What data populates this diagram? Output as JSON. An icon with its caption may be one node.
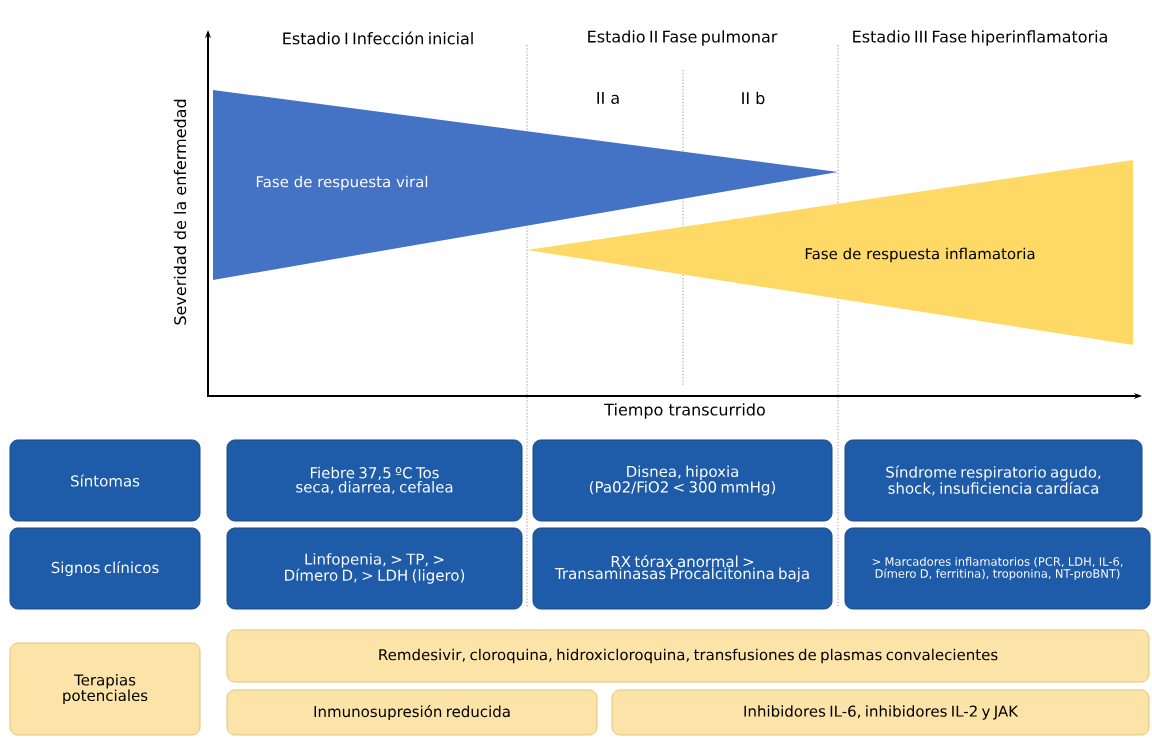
{
  "diagram": {
    "nodes": [
      {
        "text": [
          "Fase de respuesta viral"
        ]
      },
      {
        "text": [
          "Fase de respuesta inflamatoria"
        ]
      },
      {
        "text": [
          "Síntomas"
        ]
      },
      {
        "text": [
          "Fiebre 37,5 ºC Tos seca, diarrea, cefalea"
        ]
      },
      {
        "text": [
          "Disnea, hipoxia (Pa02/FiO2 < 300 mmHg)"
        ]
      },
      {
        "text": [
          "Síndrome respiratorio agudo, shock, insuficiencia cardíaca"
        ]
      },
      {
        "text": [
          "Signos clínicos"
        ]
      },
      {
        "text": [
          "Linfopenia, > TP, > Dímero D, > LDH (ligero)"
        ]
      },
      {
        "text": [
          "RX tórax anormal > Transaminasas Procalcitonina baja"
        ]
      },
      {
        "text": [
          "> Marcadores inflamatorios (PCR, LDH, IL-6, Dímero D, ferritina), troponina, NT-proBNT)"
        ]
      },
      {
        "text": [
          "Terapias potenciales"
        ]
      },
      {
        "text": [
          "Remdesivir, cloroquina, hidroxicloroquina, transfusiones de plasmas convalecientes"
        ]
      },
      {
        "text": [
          "Inmunosupresión reducida"
        ]
      },
      {
        "text": [
          "Inhibidores IL-6, inhibidores IL-2 y JAK"
        ]
      }
    ],
    "labels": [
      "Estadio I Infección inicial",
      "Estadio II Fase pulmonar",
      "Estadio III Fase hiperinflamatoria",
      "II a",
      "II b",
      "Severidad de la enfermedad",
      "Tiempo transcurrido"
    ]
  }
}
